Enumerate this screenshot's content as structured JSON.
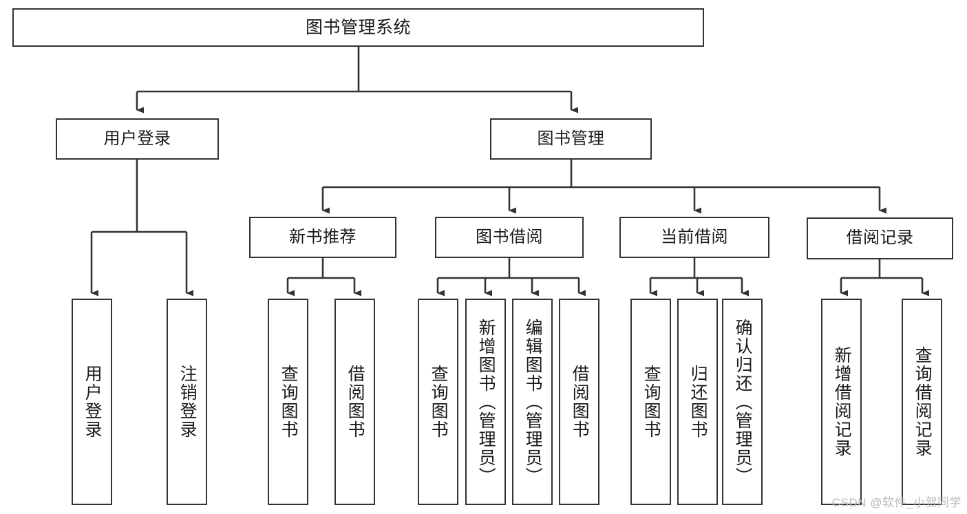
{
  "diagram": {
    "title_node": {
      "label": "图书管理系统"
    },
    "level2": [
      {
        "id": "user-login",
        "label": "用户登录"
      },
      {
        "id": "book-management",
        "label": "图书管理"
      }
    ],
    "level3": [
      {
        "id": "new-book-recommend",
        "label": "新书推荐"
      },
      {
        "id": "book-borrow",
        "label": "图书借阅"
      },
      {
        "id": "current-borrow",
        "label": "当前借阅"
      },
      {
        "id": "borrow-record",
        "label": "借阅记录"
      }
    ],
    "leaves": [
      {
        "id": "leaf-user-login",
        "label": "用户登录",
        "parent": "user-login"
      },
      {
        "id": "leaf-logout-login",
        "label": "注销登录",
        "parent": "user-login"
      },
      {
        "id": "leaf-query-book-1",
        "label": "查询图书",
        "parent": "new-book-recommend"
      },
      {
        "id": "leaf-borrow-book-1",
        "label": "借阅图书",
        "parent": "new-book-recommend"
      },
      {
        "id": "leaf-query-book-2",
        "label": "查询图书",
        "parent": "book-borrow"
      },
      {
        "id": "leaf-add-book",
        "label": "新增图书（管理员）",
        "parent": "book-borrow"
      },
      {
        "id": "leaf-edit-book",
        "label": "编辑图书（管理员）",
        "parent": "book-borrow"
      },
      {
        "id": "leaf-borrow-book-2",
        "label": "借阅图书",
        "parent": "book-borrow"
      },
      {
        "id": "leaf-query-book-3",
        "label": "查询图书",
        "parent": "current-borrow"
      },
      {
        "id": "leaf-return-book",
        "label": "归还图书",
        "parent": "current-borrow"
      },
      {
        "id": "leaf-confirm-return",
        "label": "确认归还（管理员）",
        "parent": "current-borrow"
      },
      {
        "id": "leaf-add-record",
        "label": "新增借阅记录",
        "parent": "borrow-record"
      },
      {
        "id": "leaf-query-record",
        "label": "查询借阅记录",
        "parent": "borrow-record"
      }
    ],
    "watermark": "CSDN @软件_小贺同学",
    "colors": {
      "stroke": "#333333",
      "background": "#ffffff",
      "text": "#1a1a1a",
      "watermark": "#b9b9b9"
    }
  }
}
